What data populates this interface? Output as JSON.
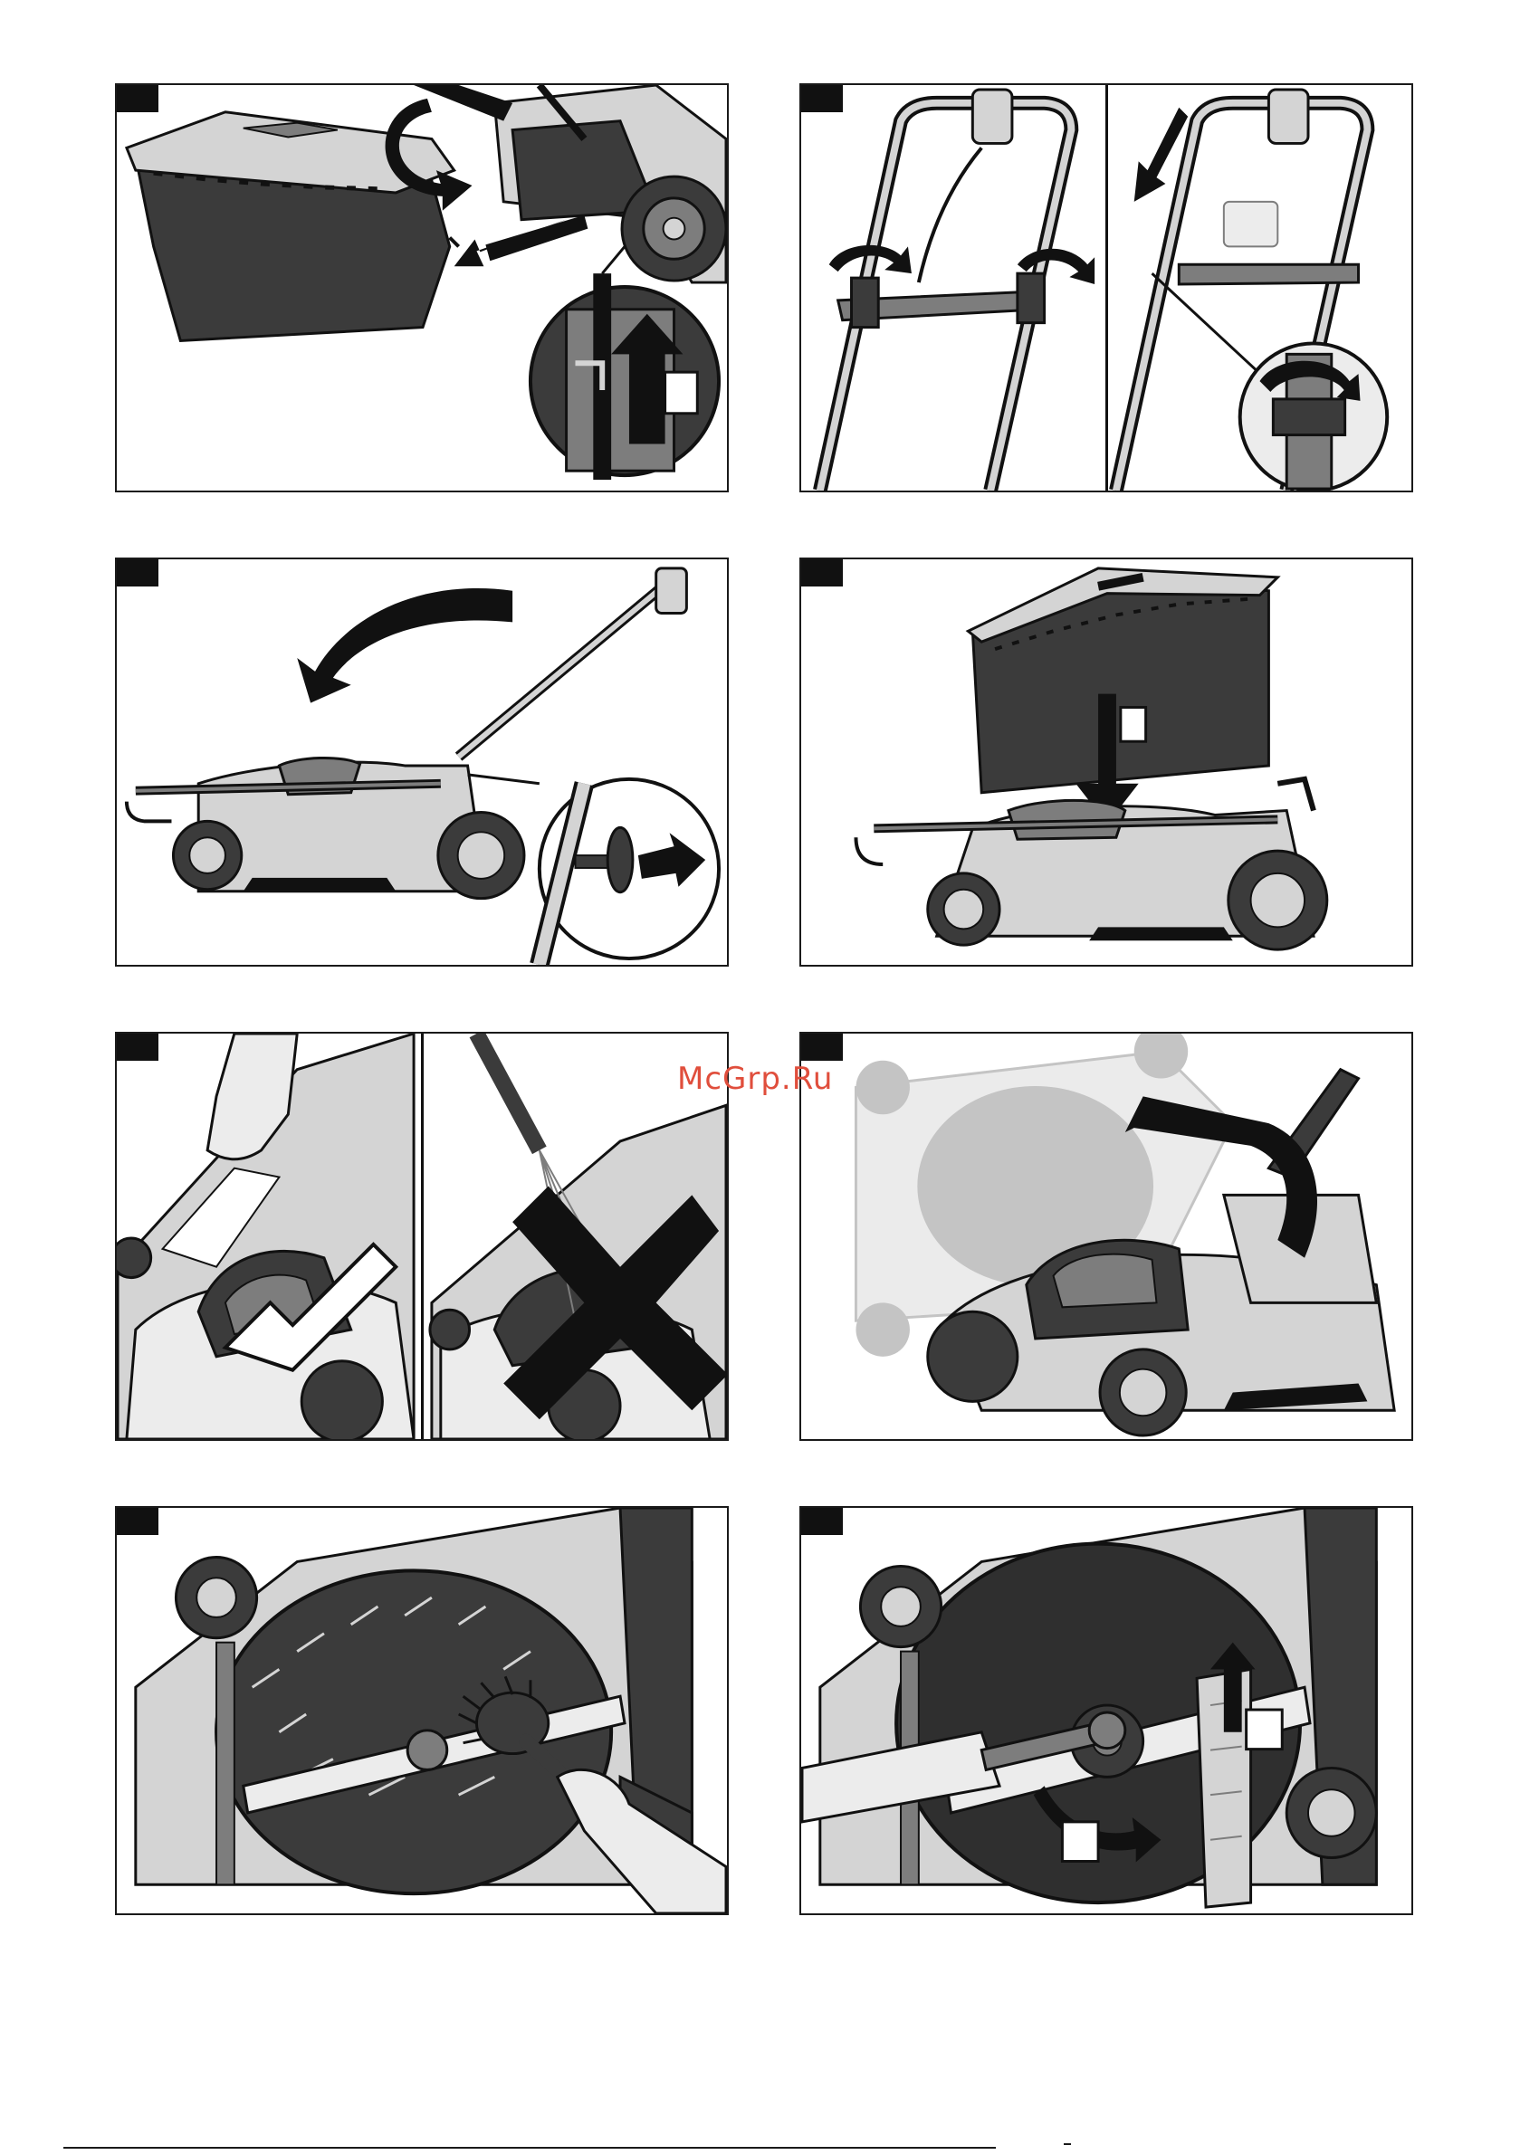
{
  "watermark": {
    "text": "McGrp.Ru"
  },
  "colors": {
    "ink": "#111111",
    "dark_body": "#3b3b3b",
    "mid_gray": "#7d7d7d",
    "light_gray": "#d4d4d4",
    "pale_gray": "#ececec",
    "watermark": "#e04e3c"
  },
  "panels": [
    {
      "id": "grass-box-removal",
      "icons": [
        "grass-box-icon",
        "rotate-arrow-icon",
        "pull-arrow-icon",
        "up-arrow-icon",
        "magnifier-inset-icon"
      ]
    },
    {
      "id": "handle-adjustment",
      "icons": [
        "handle-frame-icon",
        "rotate-arrow-icon",
        "down-arrow-icon",
        "magnifier-inset-icon"
      ]
    },
    {
      "id": "fold-handle",
      "icons": [
        "mower-side-icon",
        "curved-arrow-icon",
        "knob-pull-icon",
        "magnifier-inset-icon"
      ]
    },
    {
      "id": "grass-box-attach",
      "icons": [
        "grass-box-icon",
        "down-arrow-icon",
        "mower-side-icon"
      ]
    },
    {
      "id": "cleaning-do-dont",
      "icons": [
        "hand-cloth-icon",
        "check-mark-icon",
        "hose-icon",
        "cross-mark-icon"
      ]
    },
    {
      "id": "tilt-mower",
      "icons": [
        "mower-icon",
        "tilt-arrow-icon"
      ]
    },
    {
      "id": "brush-deck",
      "icons": [
        "mower-underside-icon",
        "brush-icon",
        "hand-icon"
      ]
    },
    {
      "id": "blade-removal",
      "icons": [
        "mower-underside-icon",
        "wrench-icon",
        "wood-block-icon",
        "up-arrow-icon",
        "rotate-arrow-icon"
      ]
    }
  ]
}
